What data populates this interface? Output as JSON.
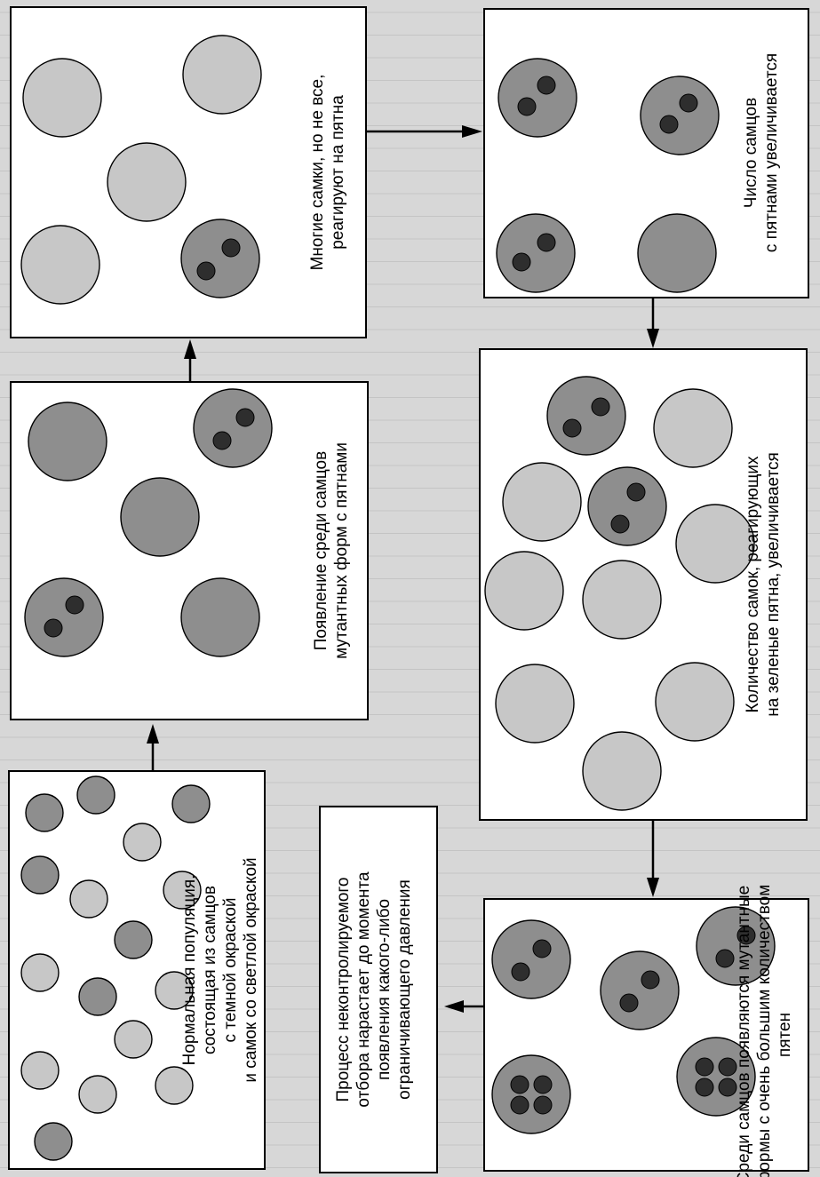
{
  "diagram": {
    "panels": [
      {
        "id": "normal",
        "lines": [
          "Нормальная популяция,",
          "состоящая из самцов",
          "с темной окраской",
          "и самок со светлой окраской"
        ]
      },
      {
        "id": "process",
        "lines": [
          "Процесс неконтролируемого",
          "отбора нарастает до момента",
          "появления какого-либо",
          "ограничивающего давления"
        ]
      },
      {
        "id": "extreme",
        "lines": [
          "Среди самцов появляются мутантные",
          "формы с очень большим количеством",
          "пятен"
        ]
      },
      {
        "id": "mutants",
        "lines": [
          "Появление среди самцов",
          "мутантных форм с пятнами"
        ]
      },
      {
        "id": "females_react",
        "lines": [
          "Количество самок, реагирующих",
          "на зеленые пятна, увеличивается"
        ]
      },
      {
        "id": "some_females",
        "lines": [
          "Многие самки, но не все,",
          "реагируют на пятна"
        ]
      },
      {
        "id": "males_increase",
        "lines": [
          "Число самцов",
          "с пятнами увеличивается"
        ]
      }
    ],
    "colors": {
      "background": "#d7d7d7",
      "male": "#8e8e8e",
      "female": "#c7c7c7",
      "spot": "#2e2e2e",
      "outline": "#000000"
    }
  }
}
